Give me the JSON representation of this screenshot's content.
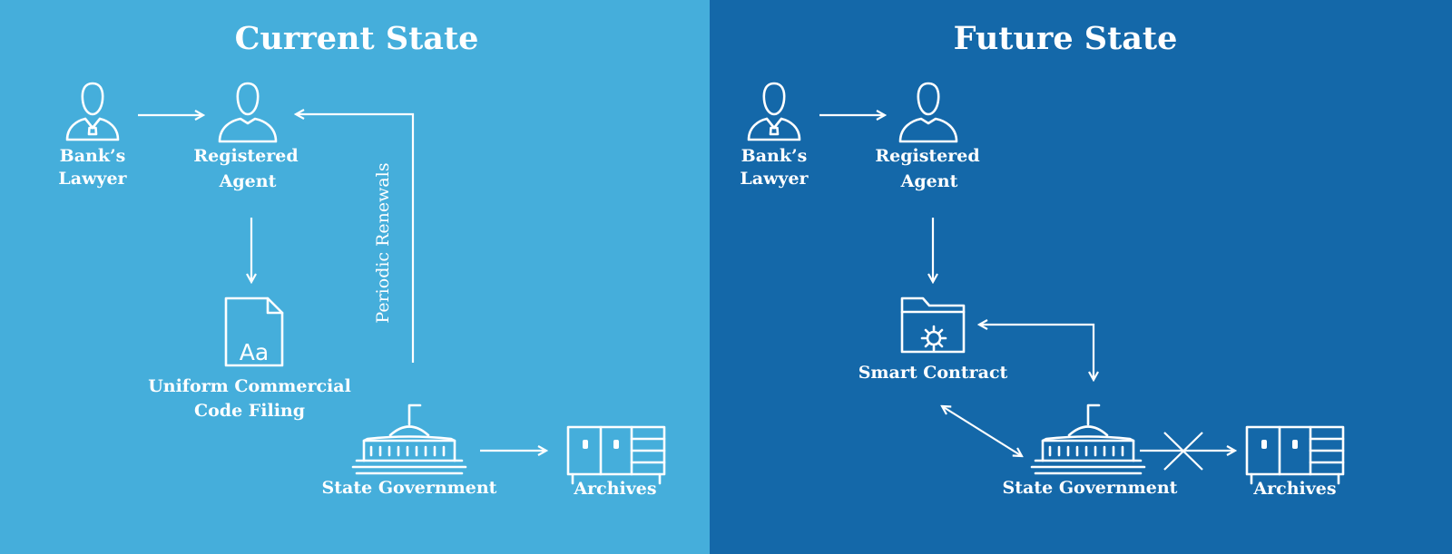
{
  "colors": {
    "current_bg": "#45aedb",
    "future_bg": "#1468a9",
    "foreground": "#ffffff"
  },
  "current": {
    "title": "Current State",
    "bank_lawyer": [
      "Bank’s",
      "Lawyer"
    ],
    "registered_agent": [
      "Registered",
      "Agent"
    ],
    "ucc_filing": [
      "Uniform Commercial",
      "Code Filing"
    ],
    "document_icon_text": "Aa",
    "periodic_renewals": "Periodic Renewals",
    "state_government": "State Government",
    "archives": "Archives"
  },
  "future": {
    "title": "Future State",
    "bank_lawyer": [
      "Bank’s",
      "Lawyer"
    ],
    "registered_agent": [
      "Registered",
      "Agent"
    ],
    "smart_contract": "Smart Contract",
    "state_government": "State Government",
    "archives": "Archives"
  },
  "icons": {
    "lawyer": "lawyer-person-icon",
    "agent": "person-icon",
    "document": "document-icon",
    "smart_contract": "folder-gear-icon",
    "government": "capitol-building-icon",
    "archives": "filing-cabinet-icon",
    "blocked": "x-cross-icon"
  }
}
